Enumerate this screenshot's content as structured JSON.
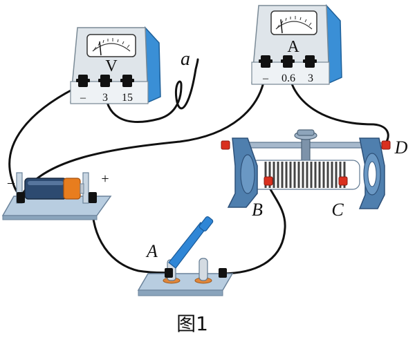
{
  "voltmeter": {
    "symbol": "V",
    "terminals": [
      "–",
      "3",
      "15"
    ]
  },
  "ammeter": {
    "symbol": "A",
    "terminals": [
      "–",
      "0.6",
      "3"
    ]
  },
  "battery": {
    "minus": "–",
    "plus": "+"
  },
  "labels": {
    "wire_end": "a",
    "switch": "A",
    "rheostat_b": "B",
    "rheostat_c": "C",
    "rheostat_d": "D"
  },
  "caption": "图1",
  "colors": {
    "meter_face": "#dfe5ea",
    "meter_side": "#3a8fd6",
    "base": "#b8cde0",
    "wire": "#111111",
    "switch_blade": "#2f86d6",
    "binding_red": "#d9301f"
  }
}
